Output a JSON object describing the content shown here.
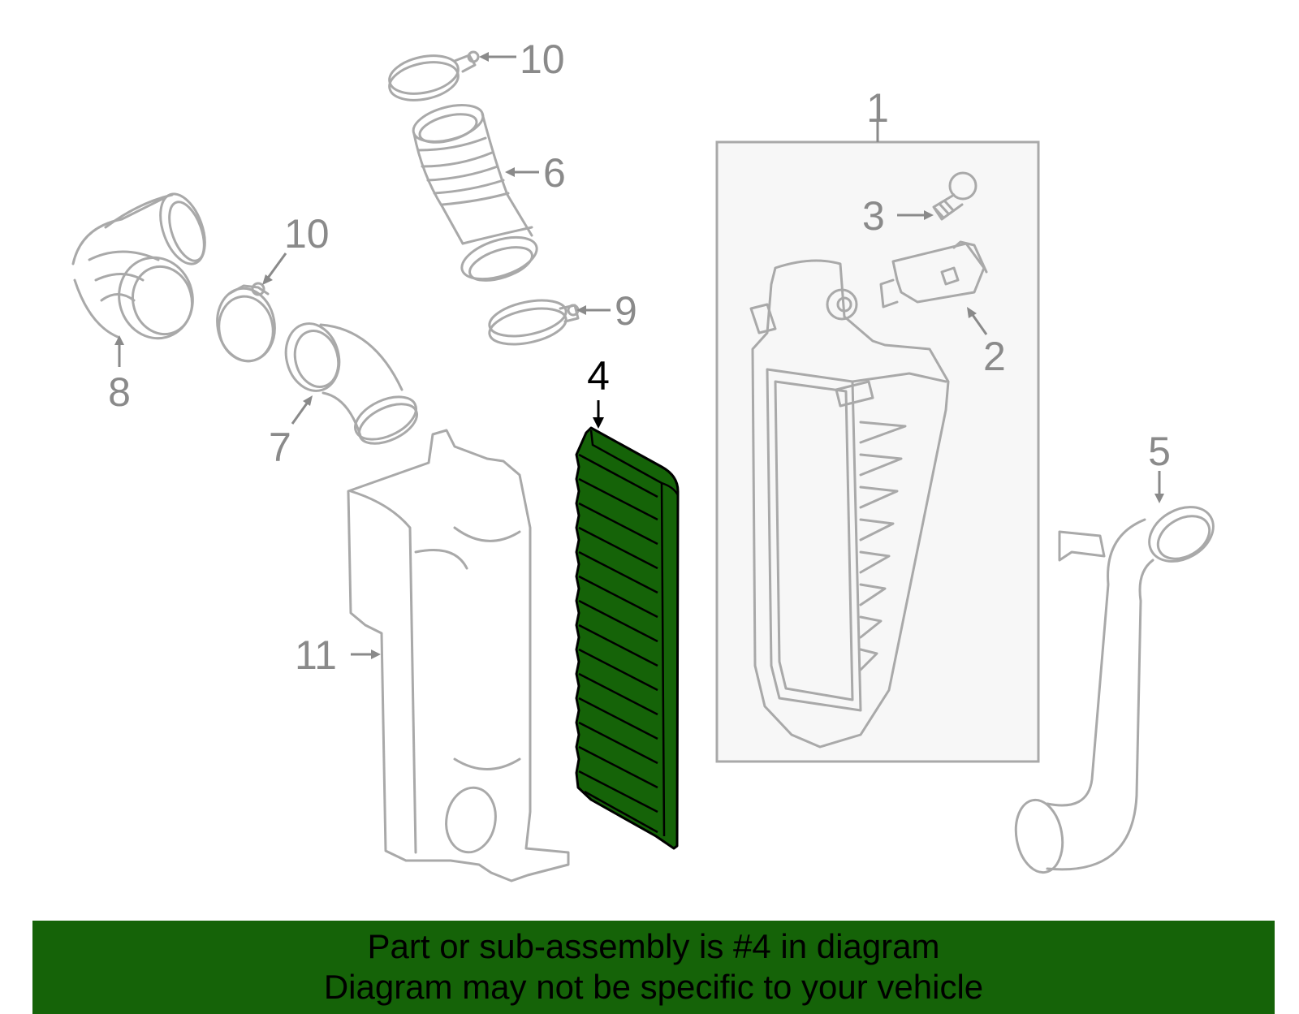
{
  "diagram": {
    "callouts": {
      "c1": "1",
      "c2": "2",
      "c3": "3",
      "c4": "4",
      "c5": "5",
      "c6": "6",
      "c7": "7",
      "c8": "8",
      "c9": "9",
      "c10_top": "10",
      "c10_left": "10",
      "c11": "11"
    },
    "highlighted_part": "4"
  },
  "banner": {
    "line1": "Part or sub-assembly is #4 in diagram",
    "line2": "Diagram may not be specific to your vehicle"
  },
  "colors": {
    "highlight": "#156308",
    "part_stroke": "#a9a9a9",
    "callout_text": "#8a8a8a",
    "box_fill": "#f7f7f7"
  }
}
